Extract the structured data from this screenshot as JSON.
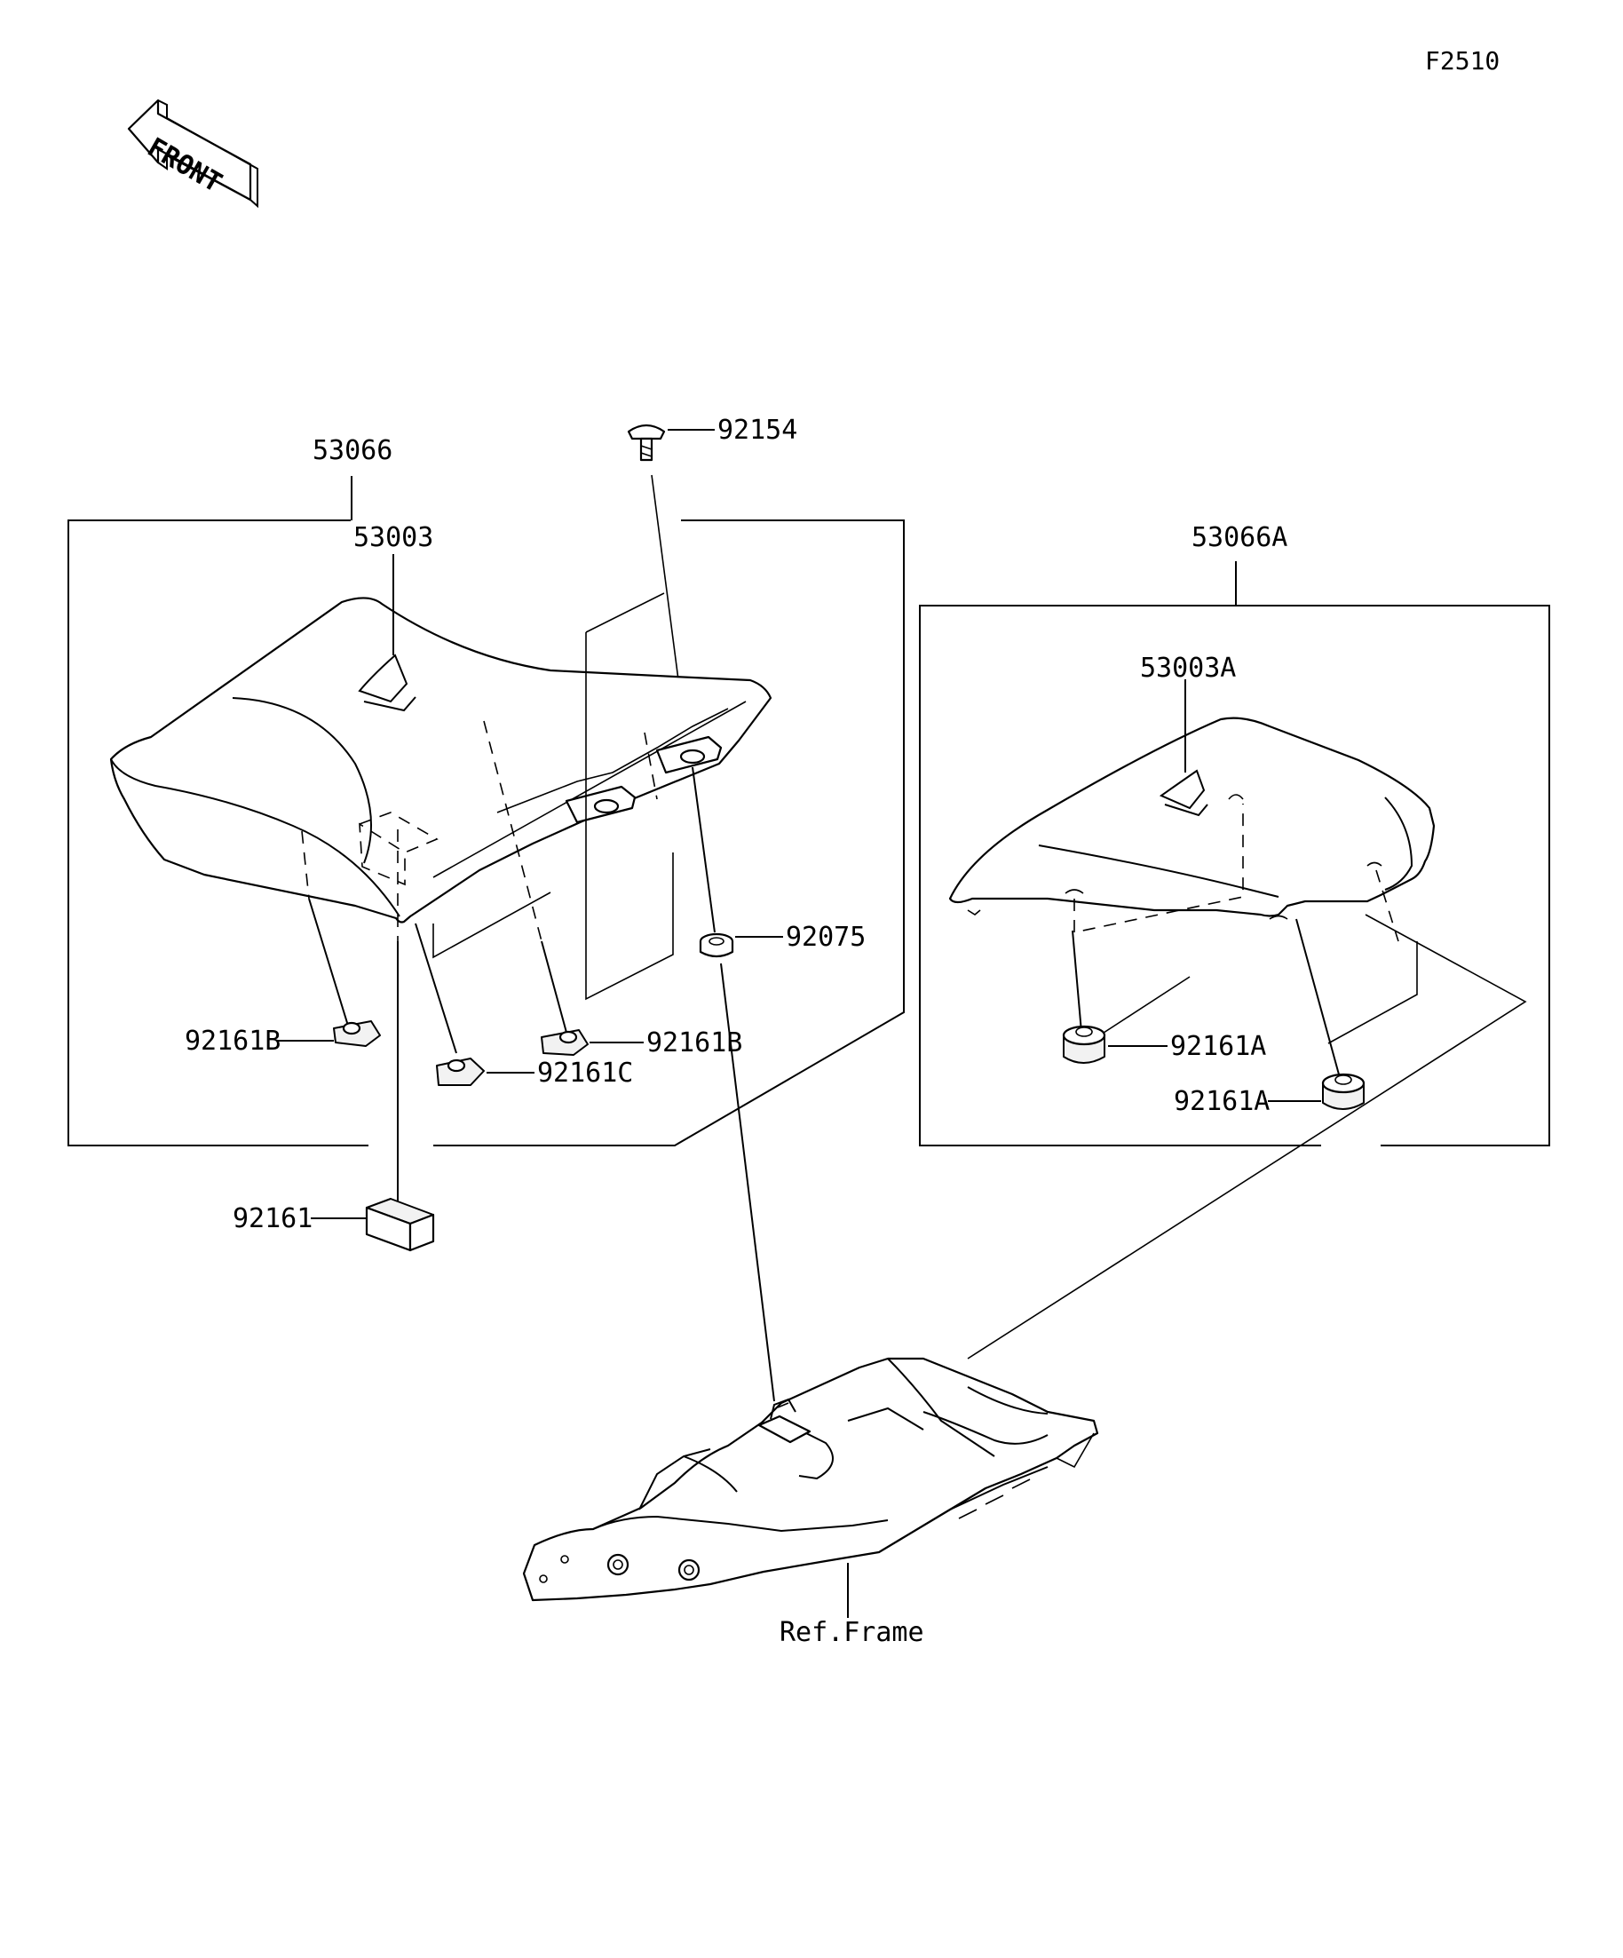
{
  "figure_code": "F2510",
  "front_arrow": {
    "text": "FRONT",
    "icon": "front-direction-arrow-icon"
  },
  "labels": {
    "seat_assy": "53066",
    "seat_cover": "53003",
    "bolt": "92154",
    "grommet": "92075",
    "damper_b_left": "92161B",
    "damper_b_right": "92161B",
    "damper_c": "92161C",
    "damper_block": "92161",
    "pillion_assy": "53066A",
    "pillion_cover": "53003A",
    "damper_a_1": "92161A",
    "damper_a_2": "92161A",
    "ref_frame": "Ref.Frame"
  },
  "colors": {
    "line": "#000000",
    "background": "#ffffff"
  }
}
